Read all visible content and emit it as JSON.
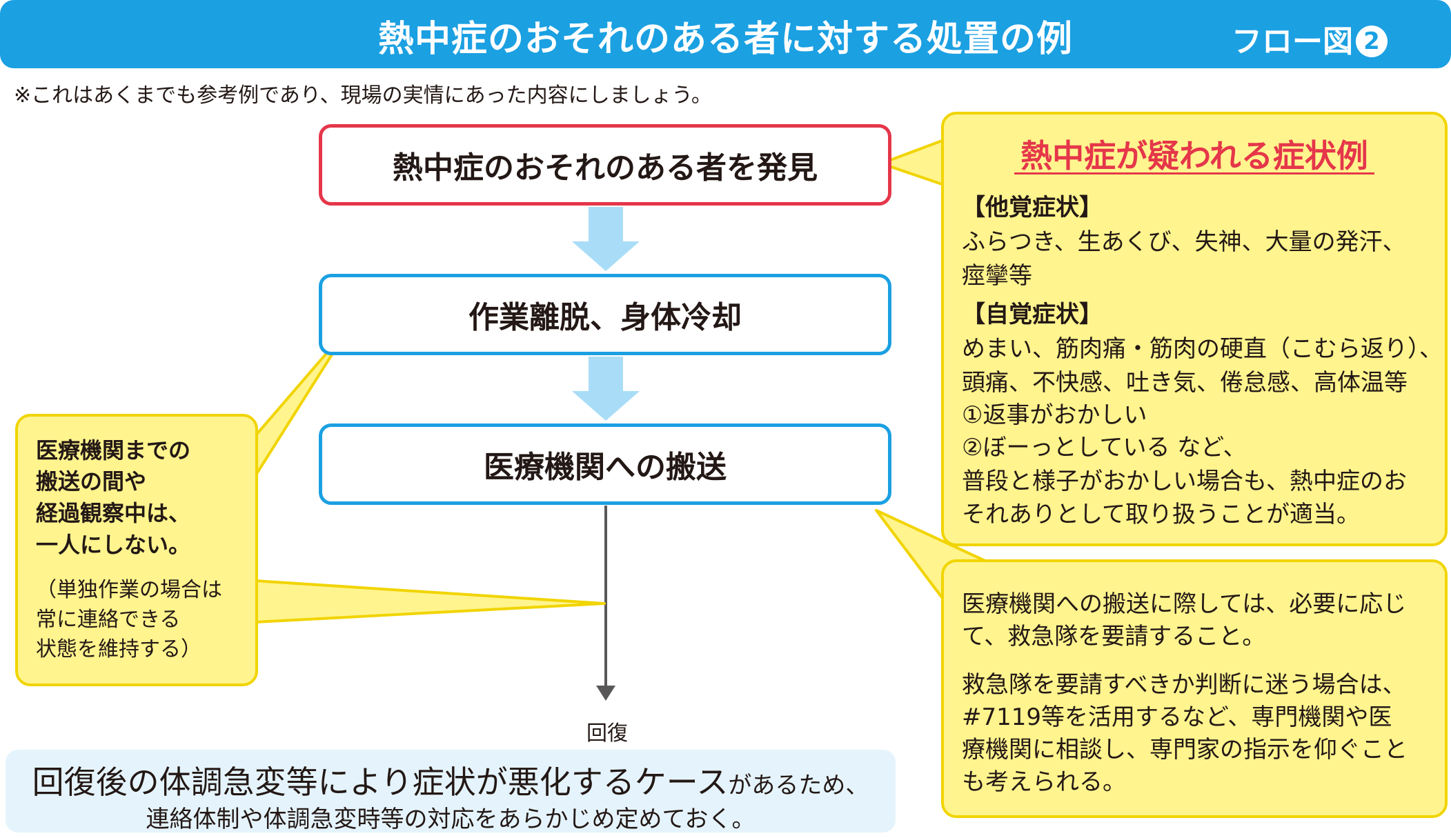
{
  "header": {
    "title": "熱中症のおそれのある者に対する処置の例",
    "flow_label": "フロー図",
    "flow_number": "2"
  },
  "note": "※これはあくまでも参考例であり、現場の実情にあった内容にしましょう。",
  "flow": {
    "step1": "熱中症のおそれのある者を発見",
    "step2": "作業離脱、身体冷却",
    "step3": "医療機関への搬送",
    "recovery": "回復"
  },
  "symptoms": {
    "title": "熱中症が疑われる症状例",
    "objective_heading": "【他覚症状】",
    "objective_lines": [
      "ふらつき、生あくび、失神、大量の発汗、",
      "痙攣等"
    ],
    "subjective_heading": "【自覚症状】",
    "subjective_lines": [
      "めまい、筋肉痛・筋肉の硬直（こむら返り）、",
      "頭痛、不快感、吐き気、倦怠感、高体温等",
      "①返事がおかしい",
      "②ぼーっとしている など、",
      "普段と様子がおかしい場合も、熱中症のお",
      "それありとして取り扱うことが適当。"
    ]
  },
  "left_note": {
    "bold_lines": [
      "医療機関までの",
      "搬送の間や",
      "経過観察中は、",
      "一人にしない。"
    ],
    "small_lines": [
      "（単独作業の場合は",
      "常に連絡できる",
      "状態を維持する）"
    ]
  },
  "ems_note": {
    "para1": [
      "医療機関への搬送に際しては、必要に応じ",
      "て、救急隊を要請すること。"
    ],
    "para2": [
      "救急隊を要請すべきか判断に迷う場合は、",
      "#7119等を活用するなど、専門機関や医",
      "療機関に相談し、専門家の指示を仰ぐこと",
      "も考えられる。"
    ]
  },
  "bottom": {
    "line1_big": "回復後の体調急変等により症状が悪化するケース",
    "line1_small": "があるため、",
    "line2": "連絡体制や体調急変時等の対応をあらかじめ定めておく。"
  },
  "colors": {
    "header_blue": "#1ba0e2",
    "alert_red": "#e5364a",
    "callout_yellow": "#fff48e",
    "callout_border": "#f1d400",
    "arrow_light_blue": "#a9ddf7",
    "bottom_bg": "#e5f4fc"
  }
}
